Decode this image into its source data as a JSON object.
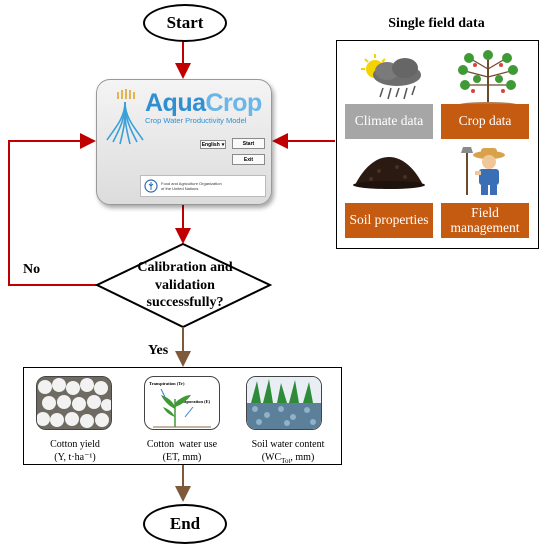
{
  "start_label": "Start",
  "end_label": "End",
  "app": {
    "brand_aqua": "Aqua",
    "brand_crop": "Crop",
    "subtitle": "Crop Water Productivity Model",
    "language_value": "English",
    "start_button": "Start",
    "exit_button": "Exit",
    "fao_line1": "Food and Agriculture Organization",
    "fao_line2": "of the United Nations"
  },
  "panel": {
    "title": "Single field data",
    "items": [
      {
        "label": "Climate data",
        "color": "#a6a6a6",
        "icon": "cloud-rain-sun-icon"
      },
      {
        "label": "Crop data",
        "color": "#c55a11",
        "icon": "crop-plant-icon"
      },
      {
        "label": "Soil properties",
        "color": "#c55a11",
        "icon": "soil-pile-icon"
      },
      {
        "label": "Field management",
        "color": "#c55a11",
        "icon": "farmer-icon"
      }
    ]
  },
  "decision": {
    "line1": "Calibration and",
    "line2": "validation",
    "line3": "successfully?",
    "no_label": "No",
    "yes_label": "Yes"
  },
  "results": {
    "transpiration_label": "Transpiration (Tr)",
    "evaporation_label": "Evaporation (E)",
    "cotton_yield_l1": "Cotton yield",
    "cotton_yield_l2": "(Y, t·ha⁻¹)",
    "water_use_l1": "Cotton  water use",
    "water_use_l2": "(ET, mm)",
    "soil_water_l1": "Soil water content",
    "soil_water_pre": "(WC",
    "soil_water_sub": "Tot",
    "soil_water_post": ", mm)"
  },
  "colors": {
    "arrow_red": "#c00000",
    "arrow_brown": "#7f5a3a",
    "aqua_blue": "#2f8fd0"
  }
}
